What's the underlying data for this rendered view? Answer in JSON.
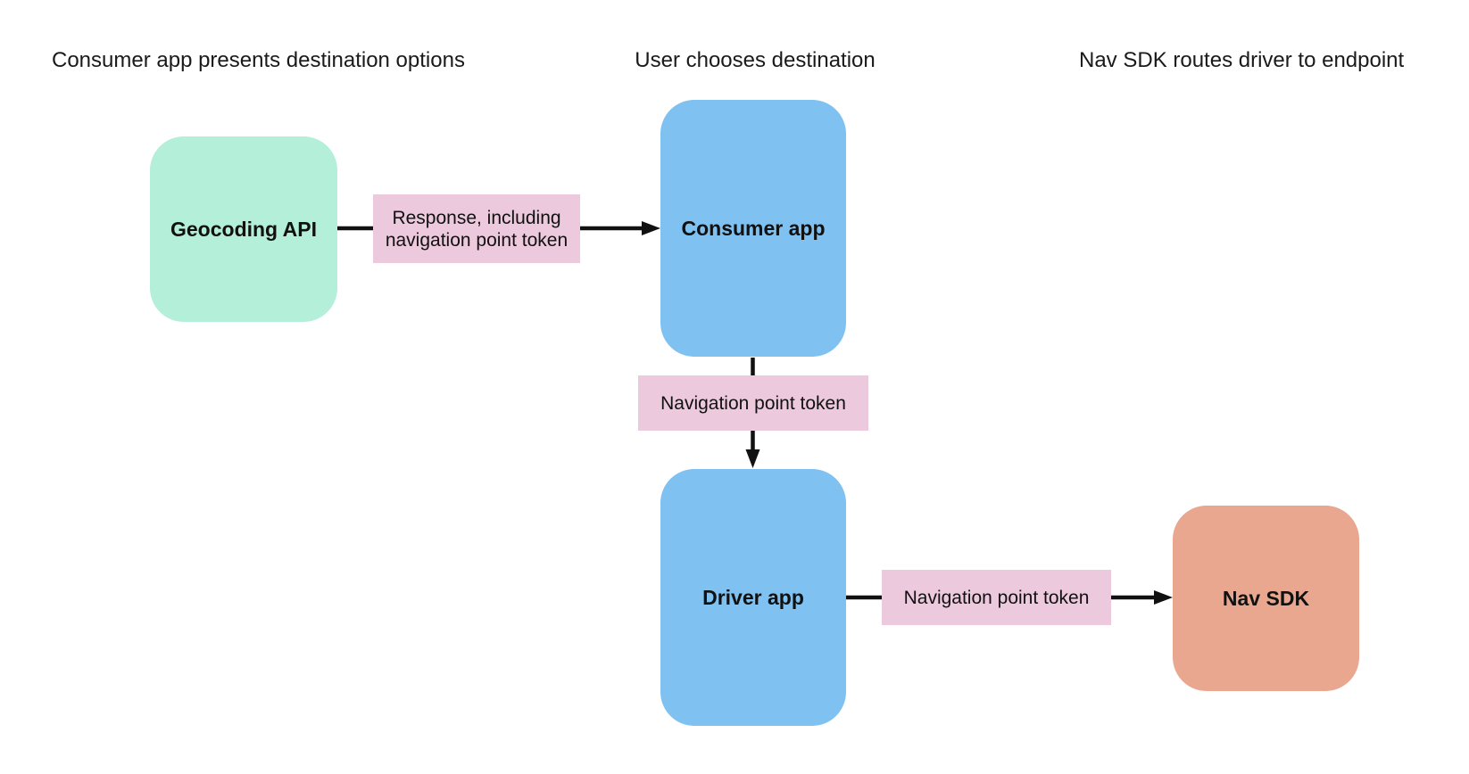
{
  "diagram": {
    "type": "flowchart",
    "background": "#FFFFFF",
    "headers": [
      {
        "text": "Consumer app presents destination options"
      },
      {
        "text": "User chooses destination"
      },
      {
        "text": "Nav SDK routes driver to endpoint"
      }
    ],
    "nodes": [
      {
        "id": "geocoding-api",
        "label": "Geocoding API",
        "color": "#B3EFD9"
      },
      {
        "id": "consumer-app",
        "label": "Consumer app",
        "color": "#7FC1F1"
      },
      {
        "id": "driver-app",
        "label": "Driver app",
        "color": "#7FC1F1"
      },
      {
        "id": "nav-sdk",
        "label": "Nav SDK",
        "color": "#E8A78E"
      }
    ],
    "edges": [
      {
        "from": "Geocoding API",
        "to": "Consumer app",
        "label": "Response, including navigation point token"
      },
      {
        "from": "Consumer app",
        "to": "Driver app",
        "label": "Navigation point token"
      },
      {
        "from": "Driver app",
        "to": "Nav SDK",
        "label": "Navigation point token"
      }
    ],
    "colors": {
      "node_green": "#B3EFD9",
      "node_blue": "#7FC1F1",
      "node_orange": "#E8A78E",
      "edge_label_pink": "#EDC9DE",
      "arrow": "#111111",
      "text": "#1A1A1A"
    }
  }
}
